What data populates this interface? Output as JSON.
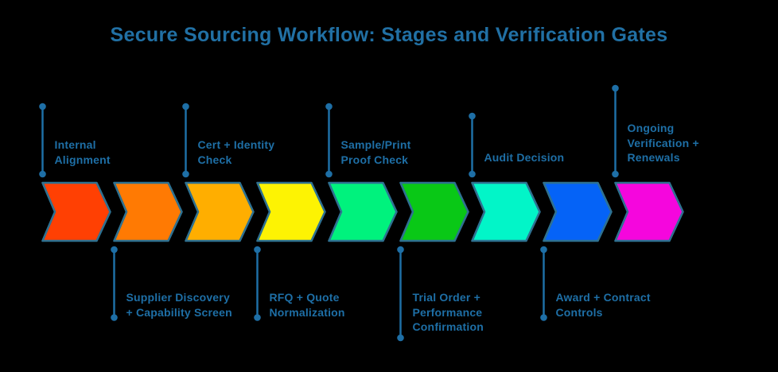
{
  "title": "Secure Sourcing Workflow: Stages and Verification Gates",
  "colors": {
    "background": "#000000",
    "title_text": "#2170a4",
    "label_text": "#1e6fa6",
    "gate_line": "#1e6fa6",
    "chevron_outline": "#2e7191"
  },
  "diagram": {
    "type": "process-flow-chevron",
    "direction": "left-to-right",
    "stage_count": 9,
    "stages": [
      {
        "label": "Internal Alignment",
        "display": "Internal\nAlignment",
        "fill": "#ff4003",
        "gate_side": "above"
      },
      {
        "label": "Supplier Discovery + Capability Screen",
        "display": "Supplier Discovery\n+ Capability Screen",
        "fill": "#ff7a03",
        "gate_side": "below"
      },
      {
        "label": "Cert + Identity Check",
        "display": "Cert + Identity\nCheck",
        "fill": "#ffae00",
        "gate_side": "above"
      },
      {
        "label": "RFQ + Quote Normalization",
        "display": "RFQ + Quote\nNormalization",
        "fill": "#fdf303",
        "gate_side": "below"
      },
      {
        "label": "Sample/Print Proof Check",
        "display": "Sample/Print\nProof Check",
        "fill": "#00f27d",
        "gate_side": "above"
      },
      {
        "label": "Trial Order + Performance Confirmation",
        "display": "Trial Order +\nPerformance\nConfirmation",
        "fill": "#09c816",
        "gate_side": "below"
      },
      {
        "label": "Audit Decision",
        "display": "Audit Decision",
        "fill": "#02f5c8",
        "gate_side": "above"
      },
      {
        "label": "Award + Contract Controls",
        "display": "Award + Contract\nControls",
        "fill": "#0563f7",
        "gate_side": "below"
      },
      {
        "label": "Ongoing Verification + Renewals",
        "display": "Ongoing\nVerification +\nRenewals",
        "fill": "#f506dd",
        "gate_side": "above"
      }
    ]
  }
}
